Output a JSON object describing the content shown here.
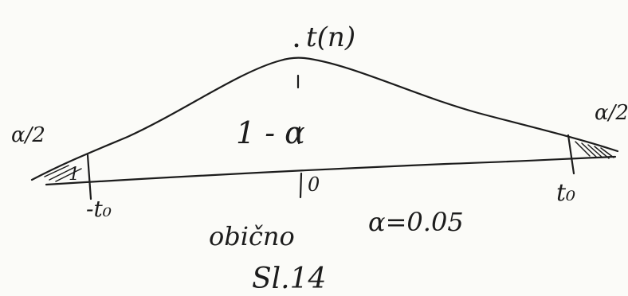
{
  "figure": {
    "curve_label": "t(n)",
    "center_region_label": "1 - α",
    "left_tail_label": "α/2",
    "right_tail_label": "α/2",
    "left_tail_inner_mark": "1",
    "origin_label": "0",
    "left_critical_label": "-t₀",
    "right_critical_label": "t₀",
    "caption_text": "obično",
    "alpha_expression": "α=0.05",
    "figure_number": "Sl.14"
  },
  "colors": {
    "ink": "#1c1c1c",
    "paper": "#fbfbf8"
  }
}
